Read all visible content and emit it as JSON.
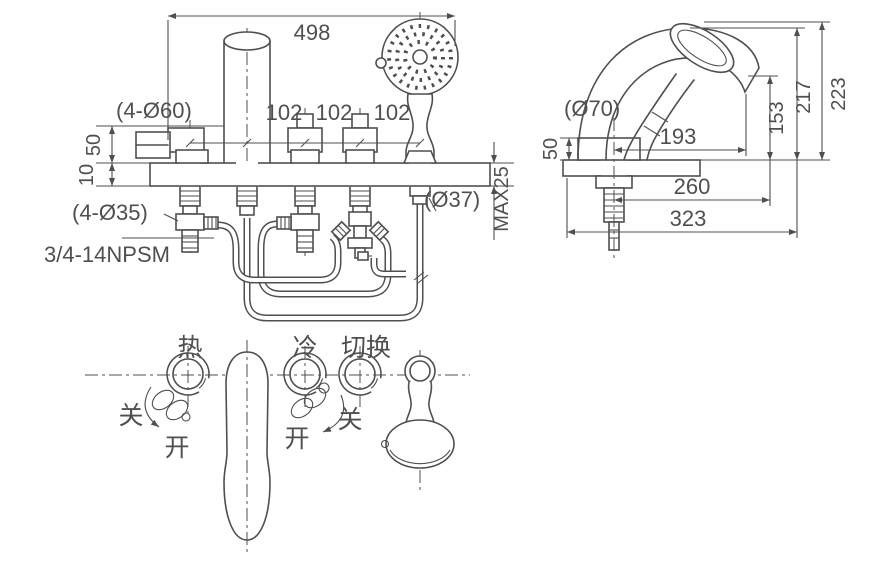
{
  "front_view": {
    "dim_total_width": "498",
    "spacing_1": "102",
    "spacing_2": "102",
    "spacing_3": "102",
    "deck_holes_label": "(4-Ø60)",
    "escutcheon_label": "(4-Ø35)",
    "thread_label": "3/4-14NPSM",
    "hose_dia_label": "(Ø37)",
    "max_deck_label": "MAX25",
    "dim_height_above_deck": "50",
    "dim_deck_thickness": "10"
  },
  "side_view": {
    "base_dia_label": "(Ø70)",
    "dim_base_height": "50",
    "dim_reach_inner": "193",
    "dim_reach_mid": "260",
    "dim_reach_outer": "323",
    "dim_height_inner": "153",
    "dim_height_mid": "217",
    "dim_height_outer": "223"
  },
  "plan_view": {
    "hot_label": "热",
    "cold_label": "冷",
    "diverter_label": "切换",
    "hot_close_label": "关",
    "hot_open_label": "开",
    "cold_open_label": "开",
    "cold_close_label": "关"
  },
  "colors": {
    "line": "#4f4f4f",
    "background": "#ffffff"
  }
}
